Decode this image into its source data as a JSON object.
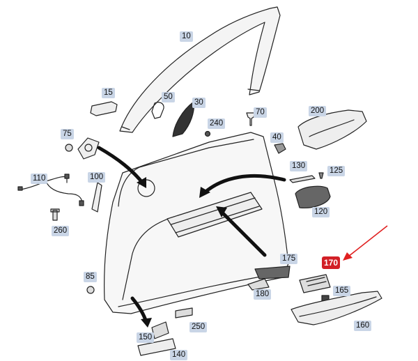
{
  "diagram": {
    "part_numbers": [
      "10",
      "15",
      "50",
      "30",
      "70",
      "200",
      "240",
      "75",
      "40",
      "110",
      "100",
      "130",
      "125",
      "260",
      "120",
      "170",
      "175",
      "85",
      "180",
      "165",
      "250",
      "160",
      "150",
      "140"
    ],
    "highlight": "170",
    "colors": {
      "badge_bg": "#c9d5e6",
      "highlight_bg": "#d21f26",
      "line": "#222222",
      "arrow_red": "#e02020"
    }
  }
}
